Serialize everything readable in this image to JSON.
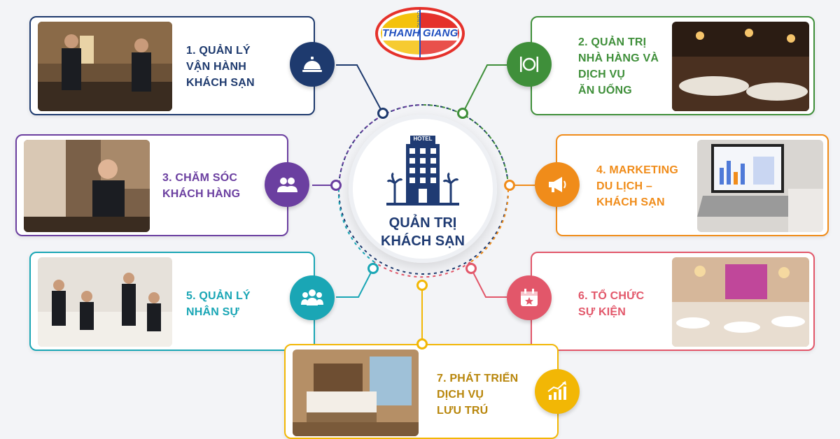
{
  "logo": {
    "left_word": "THANH",
    "right_word": "GIANG",
    "sub": "CONIC"
  },
  "hub": {
    "badge": "HOTEL",
    "title": "QUẢN TRỊ\nKHÁCH SẠN",
    "icon": "hotel-building-icon"
  },
  "modules": [
    {
      "id": "m1",
      "label": "1. QUẢN LÝ\nVẬN HÀNH\nKHÁCH SẠN",
      "icon": "service-bell-icon",
      "color": "#1e3a6e",
      "photo": "hotel-reception-photo"
    },
    {
      "id": "m2",
      "label": "2. QUẢN TRỊ\nNHÀ HÀNG VÀ\nDỊCH VỤ\nĂN UỐNG",
      "icon": "plate-cutlery-icon",
      "color": "#3f8f3a",
      "photo": "restaurant-dining-photo"
    },
    {
      "id": "m3",
      "label": "3. CHĂM SÓC\nKHÁCH HÀNG",
      "icon": "customers-icon",
      "color": "#6b3fa0",
      "photo": "customer-care-photo"
    },
    {
      "id": "m4",
      "label": "4. MARKETING\nDU LỊCH –\nKHÁCH SẠN",
      "icon": "megaphone-icon",
      "color": "#f08c1a",
      "photo": "marketing-laptop-photo"
    },
    {
      "id": "m5",
      "label": "5. QUẢN LÝ\nNHÂN SỰ",
      "icon": "team-icon",
      "color": "#1aa6b5",
      "photo": "staff-meeting-photo"
    },
    {
      "id": "m6",
      "label": "6. TỔ CHỨC\nSỰ KIỆN",
      "icon": "calendar-star-icon",
      "color": "#e2576a",
      "photo": "event-ballroom-photo"
    },
    {
      "id": "m7",
      "label": "7. PHÁT TRIỂN\nDỊCH VỤ\nLƯU TRÚ",
      "icon": "growth-chart-icon",
      "color": "#f2b705",
      "photo": "hotel-room-photo"
    }
  ]
}
